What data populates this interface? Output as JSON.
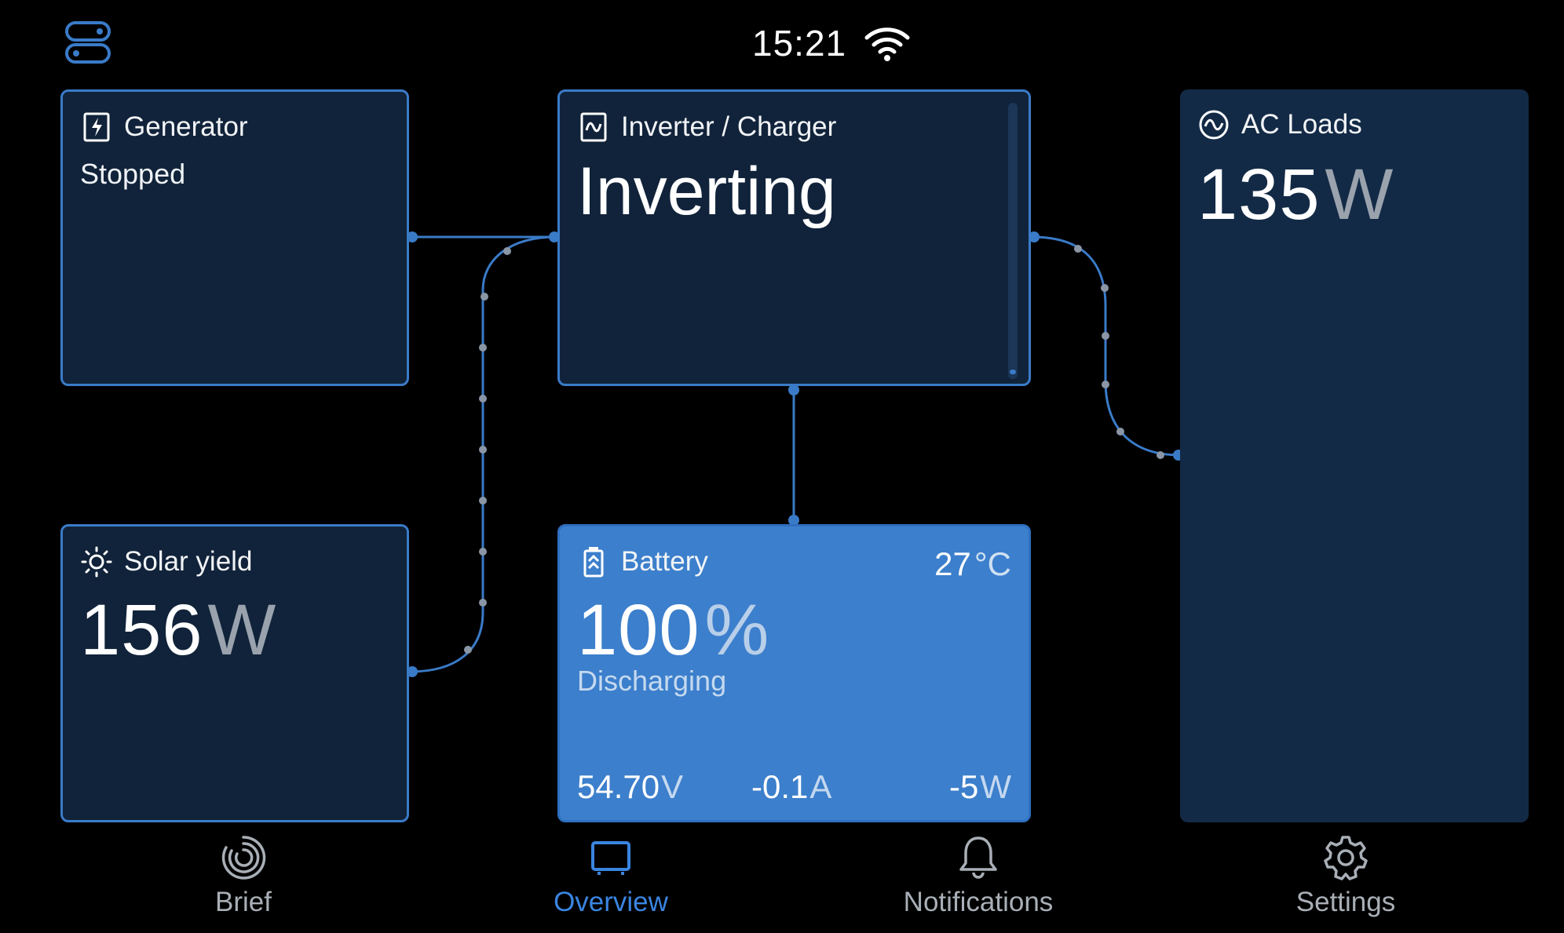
{
  "topbar": {
    "clock": "15:21",
    "menu_icon": "toggle-switches-icon",
    "wifi_icon": "wifi-icon"
  },
  "tiles": {
    "generator": {
      "title": "Generator",
      "status": "Stopped",
      "icon": "generator-icon"
    },
    "inverter": {
      "title": "Inverter / Charger",
      "state": "Inverting",
      "icon": "inverter-icon"
    },
    "ac_loads": {
      "title": "AC Loads",
      "value": "135",
      "unit": "W",
      "icon": "ac-wave-icon"
    },
    "solar": {
      "title": "Solar yield",
      "value": "156",
      "unit": "W",
      "icon": "sun-icon"
    },
    "battery": {
      "title": "Battery",
      "icon": "battery-icon",
      "soc": "100",
      "soc_unit": "%",
      "mode": "Discharging",
      "temperature": "27",
      "temperature_unit": "°C",
      "voltage": "54.70",
      "voltage_unit": "V",
      "current": "-0.1",
      "current_unit": "A",
      "power": "-5",
      "power_unit": "W"
    }
  },
  "nav": {
    "items": [
      {
        "label": "Brief",
        "icon": "brief-icon"
      },
      {
        "label": "Overview",
        "icon": "overview-icon",
        "active": true
      },
      {
        "label": "Notifications",
        "icon": "bell-icon"
      },
      {
        "label": "Settings",
        "icon": "gear-icon"
      }
    ]
  },
  "colors": {
    "accent": "#3a7bc8",
    "tile_bg": "#11233a",
    "battery_bg": "#3c7fcc",
    "nav_active": "#3a85e0",
    "nav_inactive": "#a9afb6"
  }
}
